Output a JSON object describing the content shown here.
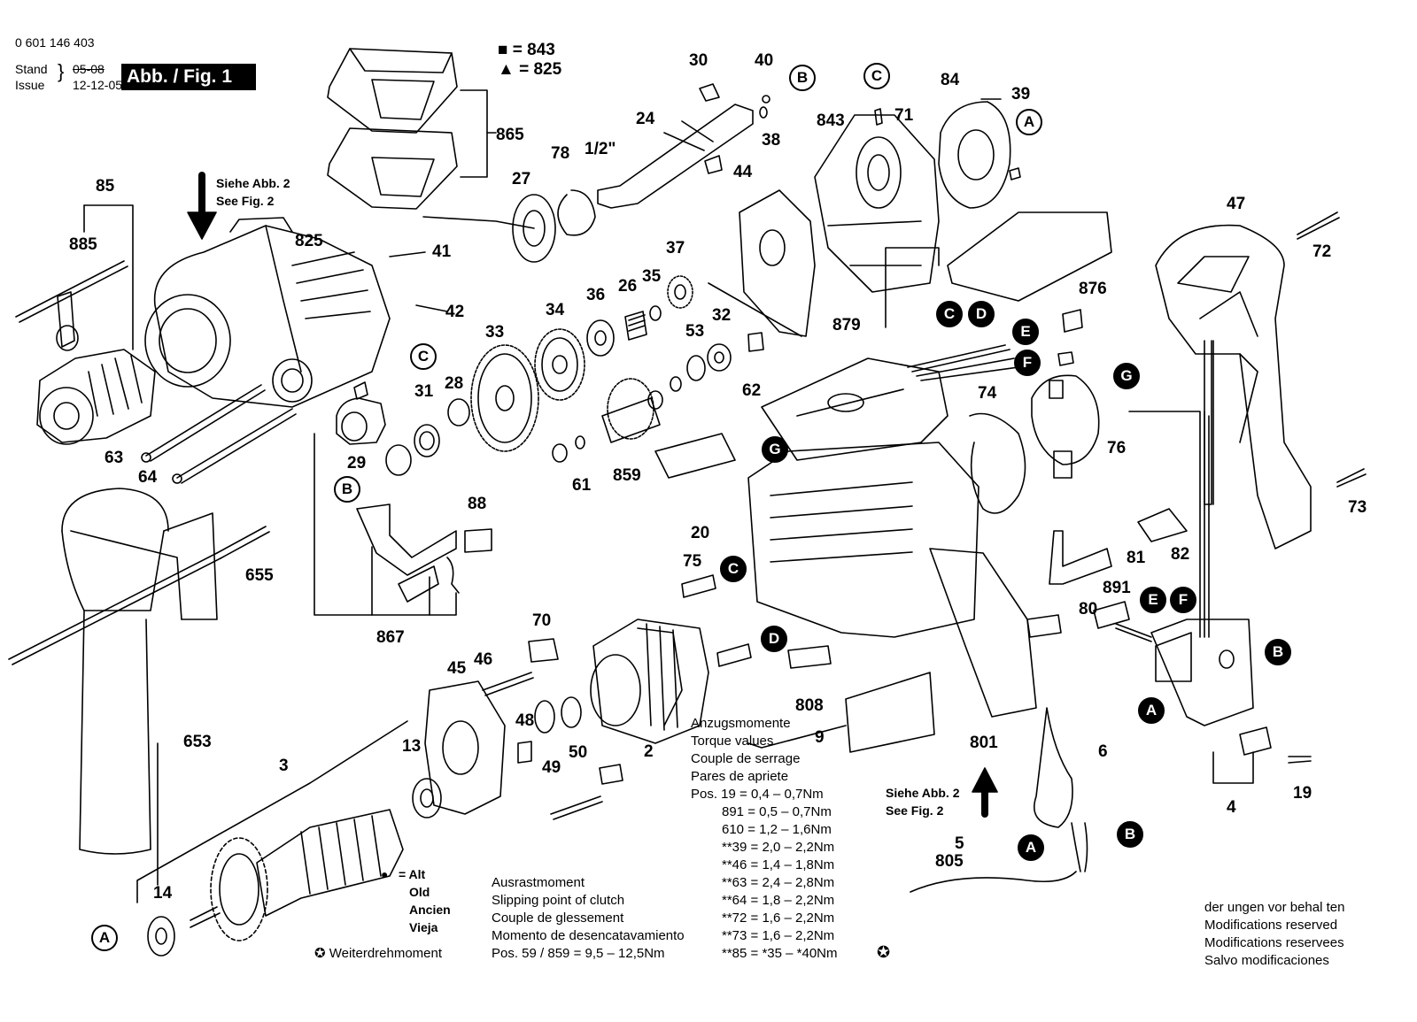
{
  "header": {
    "part_number": "0 601 146 403",
    "stand_label": "Stand",
    "issue_label": "Issue",
    "stand_old_date": "05-08",
    "issue_date": "12-12-05",
    "figure_label": "Abb. / Fig. 1"
  },
  "legend_symbols": {
    "square_value": "= 843",
    "triangle_value": "= 825"
  },
  "notes": {
    "see_fig2_top_de": "Siehe Abb. 2",
    "see_fig2_top_en": "See Fig. 2",
    "see_fig2_bottom_de": "Siehe Abb. 2",
    "see_fig2_bottom_en": "See Fig. 2",
    "old_legend": [
      "= Alt",
      "Old",
      "Ancien",
      "Vieja"
    ],
    "weiterdreh": "Weiterdrehmoment",
    "half_inch": "1/2\""
  },
  "torque": {
    "heading": [
      "Anzugsmomente",
      "Torque values",
      "Couple de serrage",
      "Pares de apriete"
    ],
    "rows": [
      "Pos.  19  =  0,4  –  0,7Nm",
      "891  =  0,5  –  0,7Nm",
      "610  =  1,2  –  1,6Nm",
      "**39  =  2,0  –  2,2Nm",
      "**46  =  1,4  –  1,8Nm",
      "**63  =  2,4  –  2,8Nm",
      "**64  =  1,8  –  2,2Nm",
      "**72  =  1,6  –  2,2Nm",
      "**73  =  1,6  –  2,2Nm",
      "**85  =  *35  –  *40Nm"
    ]
  },
  "clutch": {
    "lines": [
      "Ausrastmoment",
      "Slipping point of clutch",
      "Couple de glessement",
      "Momento de desencatavamiento"
    ],
    "value": "Pos.  59 / 859  =  9,5  –  12,5Nm"
  },
  "modifications": [
    "der ungen  vor behal ten",
    "Modifications reserved",
    "Modifications reservees",
    "Salvo modificaciones"
  ],
  "part_labels": [
    "85",
    "885",
    "825",
    "865",
    "41",
    "42",
    "27",
    "78",
    "24",
    "30",
    "40",
    "38",
    "44",
    "843",
    "71",
    "84",
    "39",
    "47",
    "72",
    "37",
    "36",
    "34",
    "33",
    "26",
    "35",
    "32",
    "53",
    "62",
    "31",
    "28",
    "29",
    "63",
    "64",
    "879",
    "876",
    "74",
    "76",
    "20",
    "88",
    "867",
    "653",
    "655",
    "3",
    "14",
    "13",
    "45",
    "46",
    "48",
    "49",
    "50",
    "70",
    "2",
    "75",
    "808",
    "9",
    "801",
    "6",
    "5",
    "805",
    "891",
    "80",
    "81",
    "82",
    "73",
    "4",
    "19",
    "61",
    "859"
  ],
  "callouts": [
    "A",
    "B",
    "C",
    "D",
    "E",
    "F",
    "G"
  ]
}
